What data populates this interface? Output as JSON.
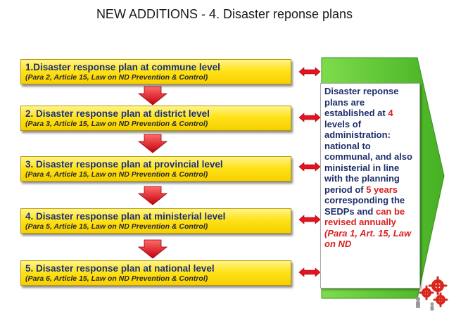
{
  "title": "NEW ADDITIONS - 4. Disaster reponse plans",
  "plans": [
    {
      "title": "1.Disaster response plan at commune level",
      "ref": "(Para 2, Article 15, Law on ND Prevention & Control)"
    },
    {
      "title": "2. Disaster response plan at district level",
      "ref": "(Para 3, Article 15, Law on ND Prevention & Control)"
    },
    {
      "title": "3. Disaster response plan at provincial level",
      "ref": "(Para 4, Article 15, Law on ND Prevention & Control)"
    },
    {
      "title": "4. Disaster response plan at ministerial level",
      "ref": "(Para 5, Article 15, Law on ND Prevention & Control)"
    },
    {
      "title": "5. Disaster response plan at national level",
      "ref": "(Para 6, Article 15, Law on ND Prevention & Control)"
    }
  ],
  "info": {
    "part1": "Disaster reponse plans are established at ",
    "levels_count": "4",
    "part2": " levels of administration: national to communal, and also ministerial in line with the planning period of ",
    "period": "5 years",
    "part3": " corresponding the SEDPs and ",
    "revised": "can be revised annually",
    "ref": "(Para 1, Art. 15, Law on ND"
  },
  "colors": {
    "box_fill": "#ffe31a",
    "plan_title_text": "#1c2f6b",
    "arrow_red": "#e8121d",
    "panel_green": "#5ec934",
    "highlight_red": "#d81f1f",
    "info_text": "#1e2f6a"
  },
  "icons": {
    "down_arrow": "down-arrow-icon",
    "double_arrow": "double-arrow-icon",
    "logo": "gears-people-logo"
  }
}
